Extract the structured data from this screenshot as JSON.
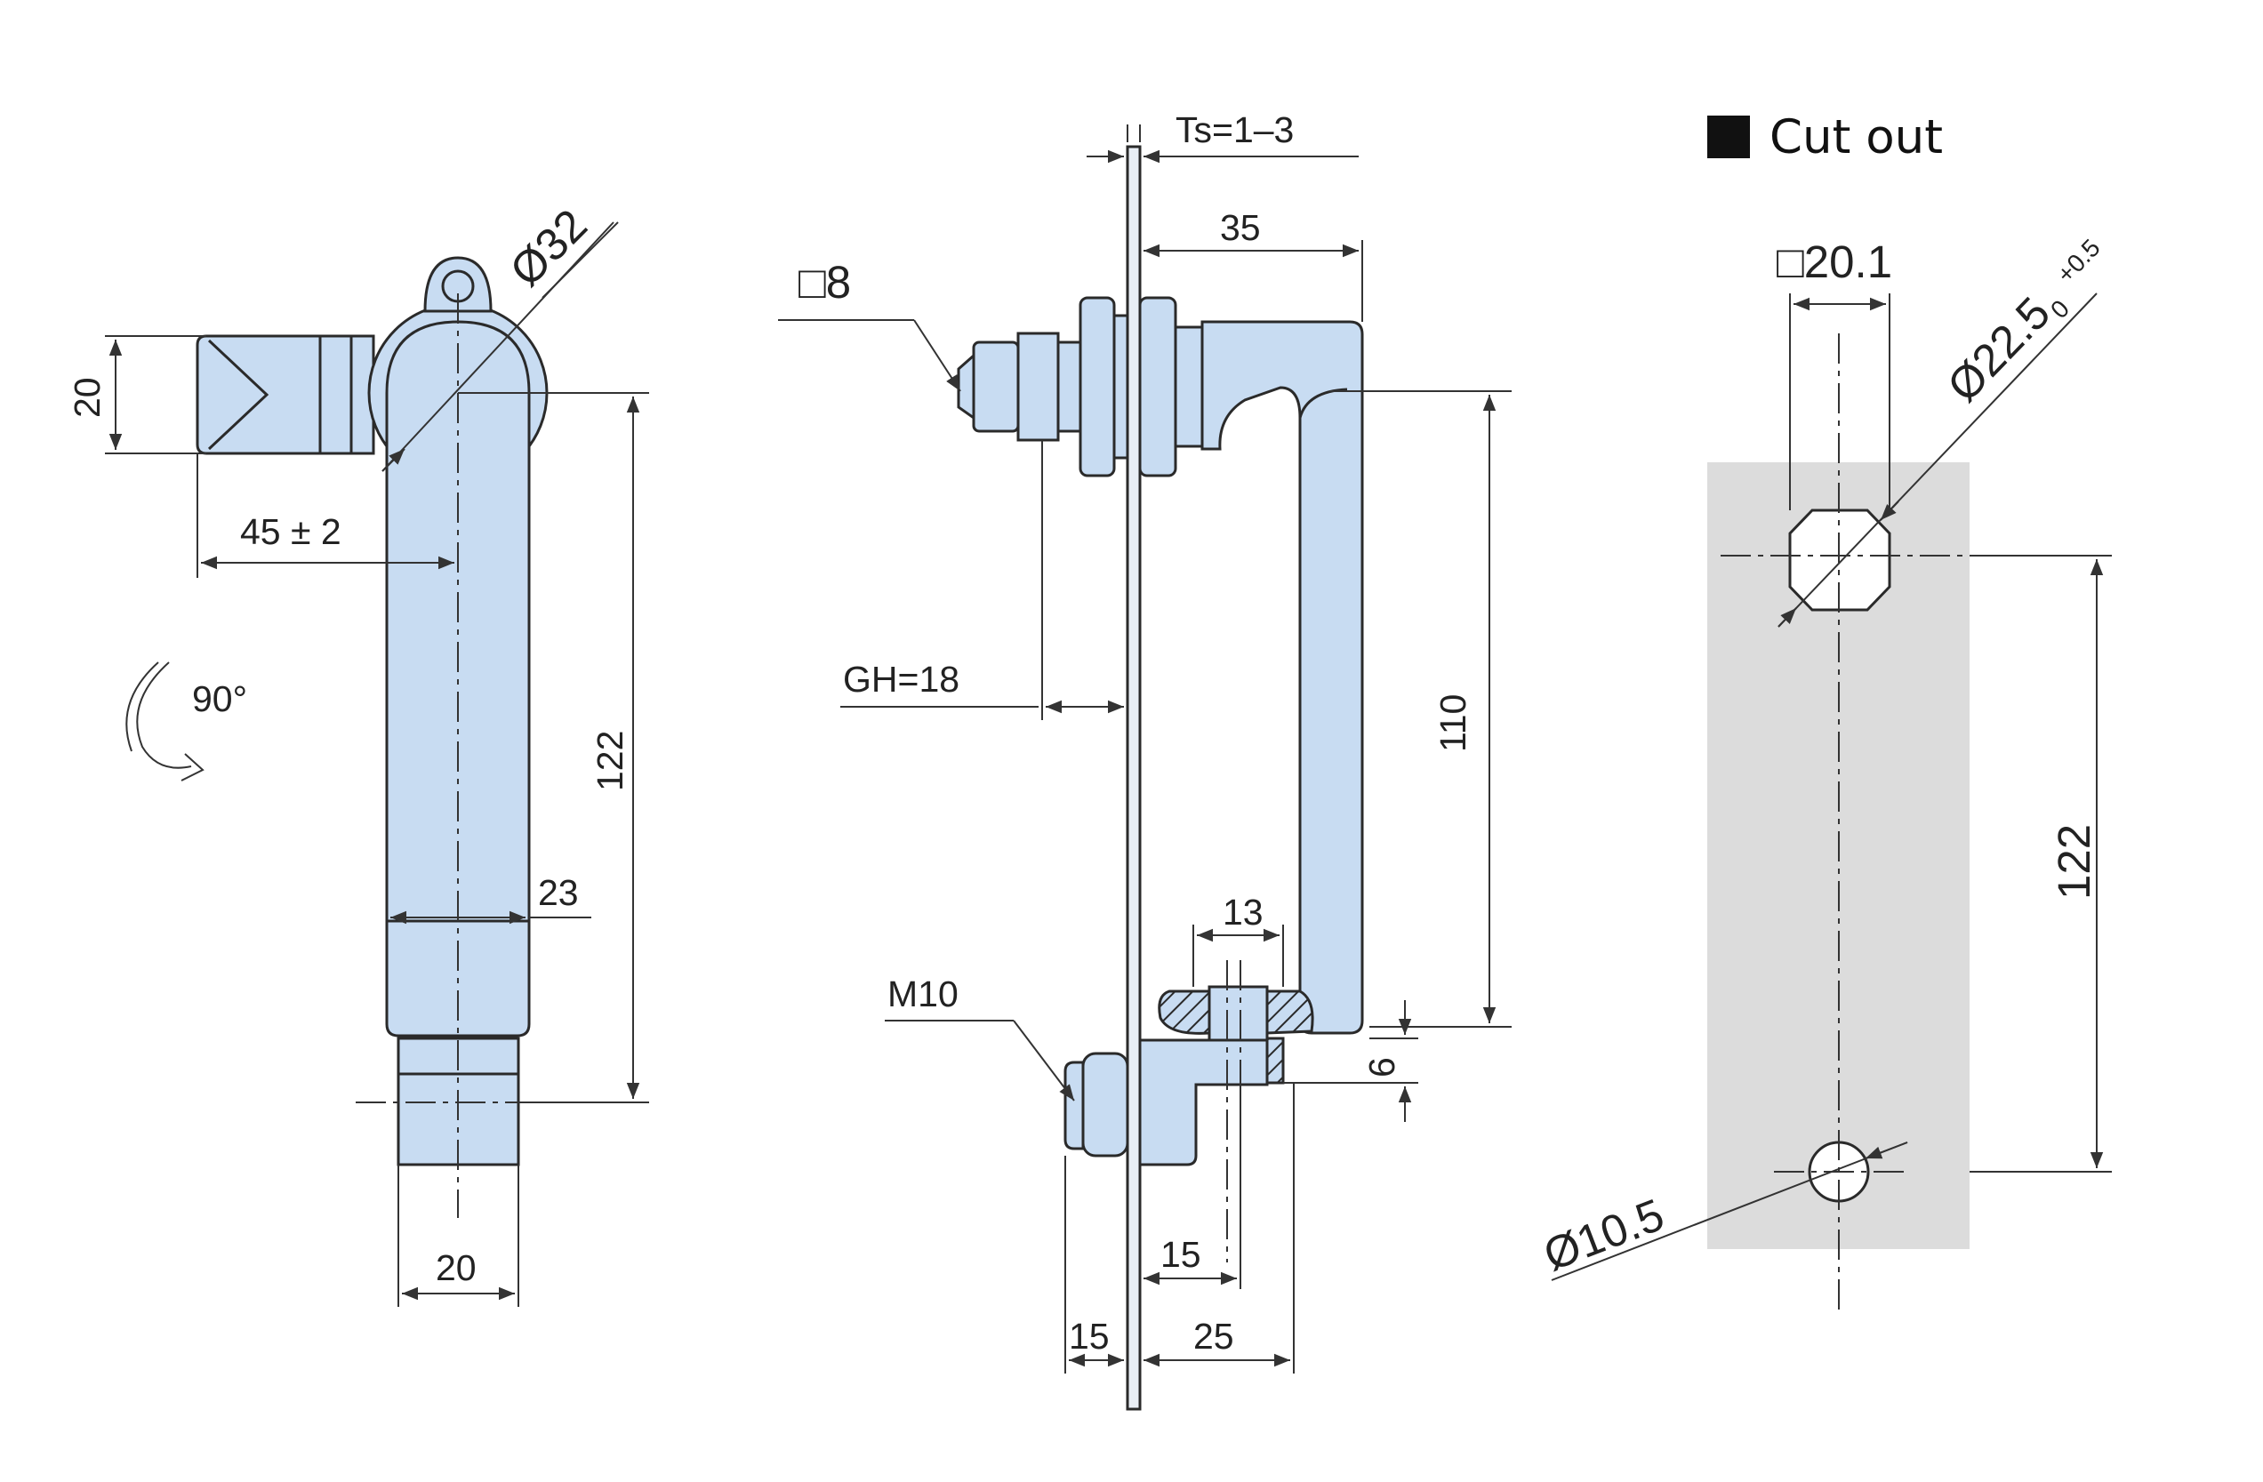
{
  "legend": {
    "label": "Cut out"
  },
  "front_view": {
    "dia_handle": "Ø32",
    "height_head": "20",
    "offset": "45 ± 2",
    "rotation": "90°",
    "length": "122",
    "width_body": "23",
    "width_base": "20"
  },
  "side_view": {
    "panel_thickness": "Ts=1–3",
    "square_drive": "□8",
    "handle_depth": "35",
    "grip_height": "GH=18",
    "grip_length": "110",
    "cam_width": "13",
    "cam_thickness": "6",
    "thread": "M10",
    "cam_offset": "15",
    "stud_length": "15",
    "cam_reach": "25"
  },
  "cutout_view": {
    "square": "□20.1",
    "dia_main": "Ø22.5",
    "tolerance_upper": "+0.5",
    "tolerance_lower": "0",
    "pitch": "122",
    "dia_hole": "Ø10.5"
  },
  "colors": {
    "part_fill": "#c8dcf2",
    "cutout_area": "#dcdcdc",
    "outline": "#2a2a2a"
  }
}
